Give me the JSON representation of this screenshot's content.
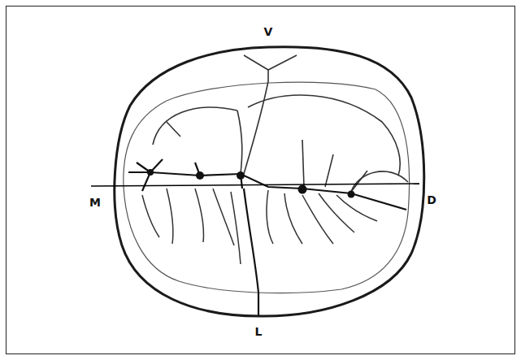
{
  "diagram": {
    "labels": [
      "V",
      "M",
      "D",
      "L"
    ]
  }
}
